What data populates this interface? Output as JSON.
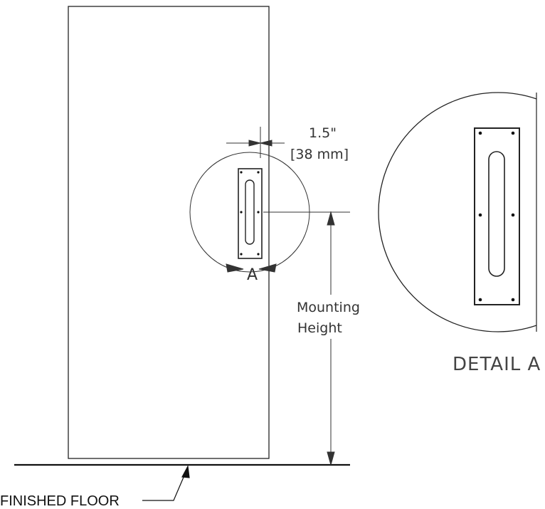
{
  "offset_dimension": {
    "imperial": "1.5\"",
    "metric": "[38 mm]"
  },
  "detail_marker": "A",
  "mounting_height_label": {
    "line1": "Mounting",
    "line2": "Height"
  },
  "detail_title": "DETAIL A",
  "floor_label": "FINISHED FLOOR",
  "colors": {
    "line": "#222222",
    "text": "#333333"
  }
}
